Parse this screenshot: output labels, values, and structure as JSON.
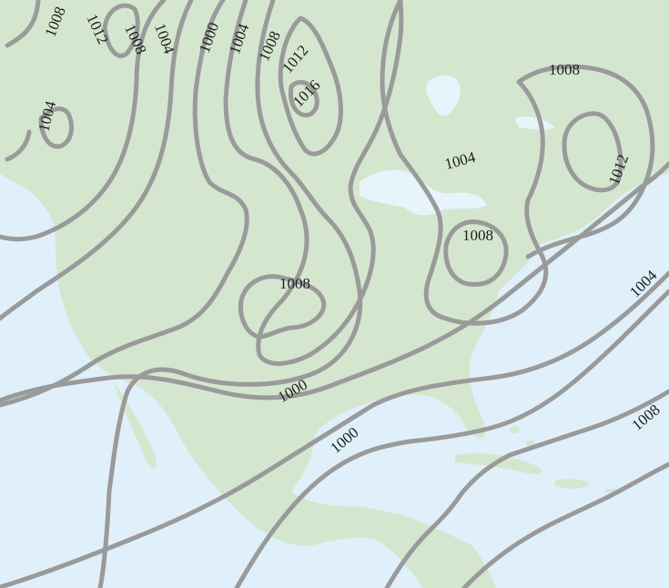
{
  "map": {
    "ocean_color": "#dff0fa",
    "land_color": "#d5e6cf",
    "lake_color": "#e8f4fb",
    "isobar_color": "#9a9a9a",
    "isobar_labels": [
      "1008",
      "1012",
      "1008",
      "1004",
      "1000",
      "1004",
      "1008",
      "1012",
      "1016",
      "1004",
      "1008",
      "1004",
      "1012",
      "1008",
      "1008",
      "1004",
      "1000",
      "1000",
      "1008"
    ]
  }
}
